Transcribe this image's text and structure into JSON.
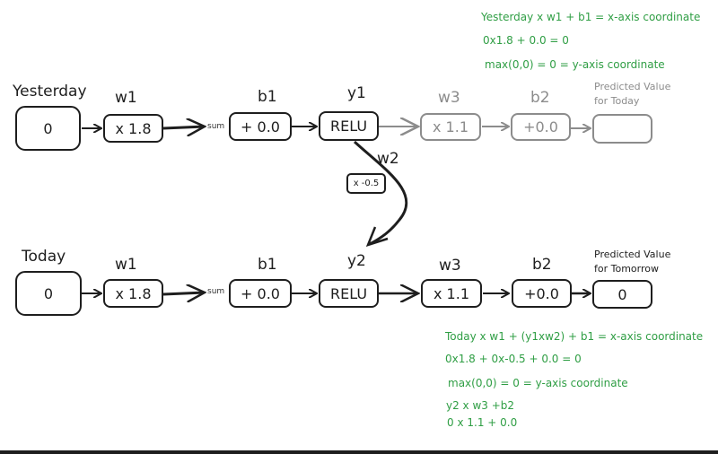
{
  "notes_top": [
    "Yesterday x w1 + b1 = x-axis coordinate",
    "0x1.8 + 0.0 = 0",
    "max(0,0) = 0 = y-axis coordinate"
  ],
  "row_yesterday": {
    "input_label": "Yesterday",
    "input_value": "0",
    "w1_label": "w1",
    "w1_value": "x 1.8",
    "sum_label": "sum",
    "b1_label": "b1",
    "b1_value": "+ 0.0",
    "y1_label": "y1",
    "relu_value": "RELU",
    "w3_label": "w3",
    "w3_value": "x 1.1",
    "b2_label": "b2",
    "b2_value": "+0.0",
    "output_label_1": "Predicted Value",
    "output_label_2": "for Today",
    "output_value": ""
  },
  "cross_link": {
    "w2_label": "w2",
    "w2_value": "x -0.5"
  },
  "row_today": {
    "input_label": "Today",
    "input_value": "0",
    "w1_label": "w1",
    "w1_value": "x 1.8",
    "sum_label": "sum",
    "b1_label": "b1",
    "b1_value": "+ 0.0",
    "y2_label": "y2",
    "relu_value": "RELU",
    "w3_label": "w3",
    "w3_value": "x 1.1",
    "b2_label": "b2",
    "b2_value": "+0.0",
    "output_label_1": "Predicted Value",
    "output_label_2": "for Tomorrow",
    "output_value": "0"
  },
  "notes_bottom": [
    "Today x w1 + (y1xw2) + b1 = x-axis coordinate",
    "0x1.8 + 0x-0.5 + 0.0 = 0",
    "max(0,0) = 0 = y-axis coordinate",
    "y2 x w3 +b2",
    "0 x 1.1 + 0.0"
  ],
  "colors": {
    "ink": "#1e1e1e",
    "muted": "#8c8c8c",
    "note_green": "#2f9e44"
  }
}
